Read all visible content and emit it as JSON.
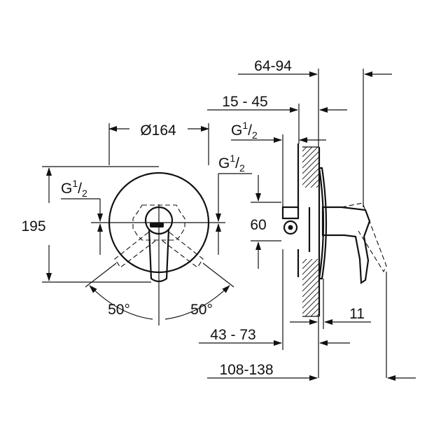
{
  "front_view": {
    "diameter": "Ø164",
    "height": "195",
    "angle_left": "50°",
    "angle_right": "50°",
    "thread_left": {
      "base": "G",
      "num": "1",
      "den": "2"
    },
    "thread_right": {
      "base": "G",
      "num": "1",
      "den": "2"
    }
  },
  "side_view": {
    "depth_64_94": "64-94",
    "depth_15_45": "15 - 45",
    "thread_top": {
      "base": "G",
      "num": "1",
      "den": "2"
    },
    "outlet_spacing": "60",
    "plate_depth": "11",
    "depth_43_73": "43 - 73",
    "depth_108_138": "108-138"
  }
}
